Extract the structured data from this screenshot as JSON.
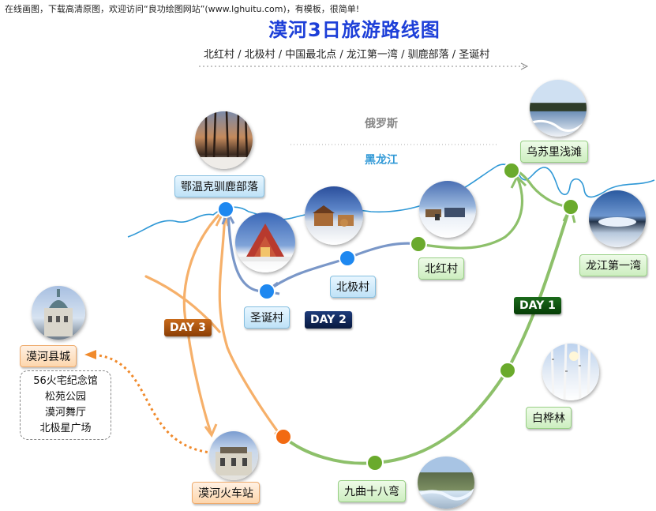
{
  "header": {
    "watermark": "在线画图，下载高清原图，欢迎访问“良功绘图网站”(www.lghuitu.com)，有模板，很简单!",
    "title": "漠河3日旅游路线图",
    "subtitle": "北红村 / 北极村 / 中国最北点 / 龙江第一湾 / 驯鹿部落 / 圣诞村"
  },
  "regions": {
    "russia": "俄罗斯",
    "river": "黑龙江"
  },
  "days": {
    "day1": "DAY 1",
    "day2": "DAY 2",
    "day3": "DAY 3"
  },
  "stops": {
    "wusuli": "乌苏里浅滩",
    "longjiang": "龙江第一湾",
    "beihong": "北红村",
    "beiji": "北极村",
    "shengdan": "圣诞村",
    "ewenke": "鄂温克驯鹿部落",
    "county": "漠河县城",
    "baihualin": "白桦林",
    "jiuqu": "九曲十八弯",
    "station": "漠河火车站"
  },
  "county_sights": [
    "56火宅纪念馆",
    "松苑公园",
    "漠河舞厅",
    "北极星广场"
  ],
  "colors": {
    "river": "#2f98d6",
    "day1_route": "#8dc06a",
    "day2_route": "#7a97c8",
    "day3_route": "#f6b06a",
    "node_green": "#6aaa2c",
    "node_blue": "#1e88f0",
    "node_orange": "#f26a12",
    "title": "#1d3fd8"
  },
  "icons": [
    "forest-photo-icon",
    "marsh-photo-icon",
    "river-bend-photo-icon",
    "birch-photo-icon",
    "valley-photo-icon",
    "church-photo-icon",
    "village-photo-icon",
    "house-photo-icon",
    "cabin-photo-icon",
    "station-photo-icon"
  ]
}
